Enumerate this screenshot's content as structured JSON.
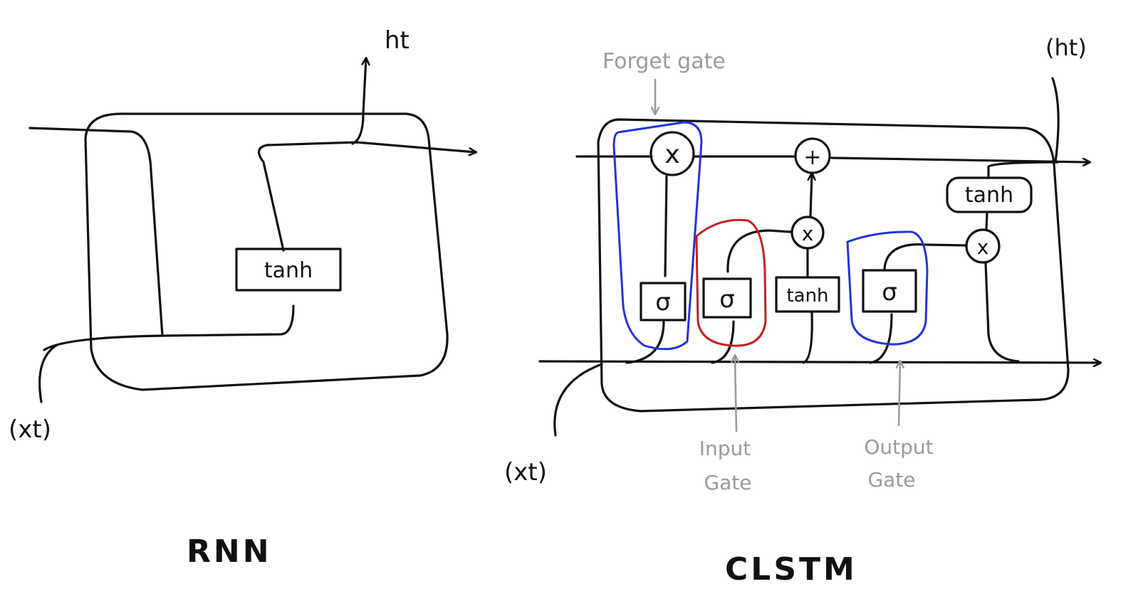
{
  "rnn": {
    "title": "RNN",
    "input_label": "(xt)",
    "output_label": "ht",
    "activation": "tanh"
  },
  "lstm": {
    "title": "CLSTM",
    "input_label": "(xt)",
    "output_label": "(ht)",
    "forget_gate_label": "Forget gate",
    "input_gate_label_line1": "Input",
    "input_gate_label_line2": "Gate",
    "output_gate_label_line1": "Output",
    "output_gate_label_line2": "Gate",
    "sigma_symbol": "σ",
    "times_symbol": "x",
    "plus_symbol": "+",
    "tanh_cell": "tanh",
    "tanh_out": "tanh"
  },
  "colors": {
    "ink": "#111111",
    "forget_gate": "#2233dd",
    "input_gate": "#c41f1f",
    "output_gate": "#2233dd",
    "annotation": "#9a9a9a"
  }
}
